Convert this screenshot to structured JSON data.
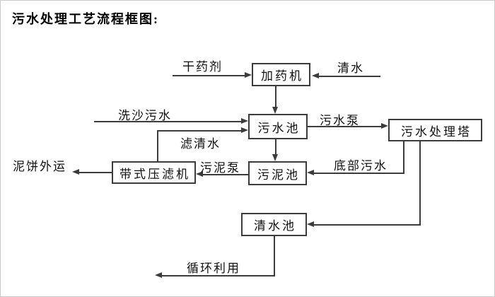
{
  "title": "污水处理工艺流程框图:",
  "colors": {
    "line": "#3c3c3c",
    "text": "#111111",
    "background": "#ffffff"
  },
  "diagram": {
    "nodes": [
      {
        "id": "dosing-machine",
        "label": "加药机"
      },
      {
        "id": "sewage-pool",
        "label": "污水池"
      },
      {
        "id": "treatment-tower",
        "label": "污水处理塔"
      },
      {
        "id": "sludge-pool",
        "label": "污泥池"
      },
      {
        "id": "belt-filter-press",
        "label": "带式压滤机"
      },
      {
        "id": "clean-water-pool",
        "label": "清水池"
      }
    ],
    "flows": [
      {
        "label": "干药剂",
        "from": "external",
        "to": "dosing-machine"
      },
      {
        "label": "清水",
        "from": "external",
        "to": "dosing-machine"
      },
      {
        "label": "",
        "from": "dosing-machine",
        "to": "sewage-pool"
      },
      {
        "label": "洗沙污水",
        "from": "external",
        "to": "sewage-pool"
      },
      {
        "label": "滤清水",
        "from": "belt-filter-press",
        "to": "sewage-pool"
      },
      {
        "label": "污水泵",
        "from": "sewage-pool",
        "to": "treatment-tower"
      },
      {
        "label": "",
        "from": "sewage-pool",
        "to": "sludge-pool"
      },
      {
        "label": "底部污水",
        "from": "treatment-tower",
        "to": "sludge-pool"
      },
      {
        "label": "污泥泵",
        "from": "sludge-pool",
        "to": "belt-filter-press"
      },
      {
        "label": "泥饼外运",
        "from": "belt-filter-press",
        "to": "external"
      },
      {
        "label": "",
        "from": "treatment-tower",
        "to": "clean-water-pool"
      },
      {
        "label": "循环利用",
        "from": "clean-water-pool",
        "to": "external"
      }
    ]
  }
}
